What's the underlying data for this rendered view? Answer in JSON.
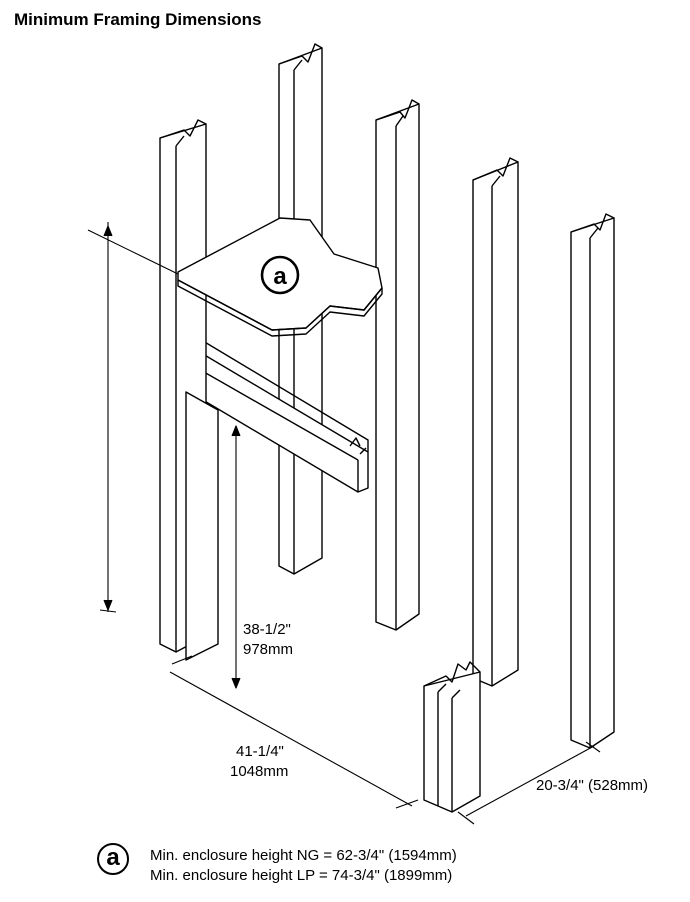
{
  "title": "Minimum Framing Dimensions",
  "callout_label": "a",
  "dimensions": {
    "height_in": "38-1/2\"",
    "height_mm": "978mm",
    "width_in": "41-1/4\"",
    "width_mm": "1048mm",
    "depth": "20-3/4\" (528mm)"
  },
  "legend": {
    "label": "a",
    "line1": "Min. enclosure height NG = 62-3/4\" (1594mm)",
    "line2": "Min. enclosure height LP = 74-3/4\" (1899mm)"
  },
  "colors": {
    "line": "#000000",
    "background": "#ffffff"
  }
}
